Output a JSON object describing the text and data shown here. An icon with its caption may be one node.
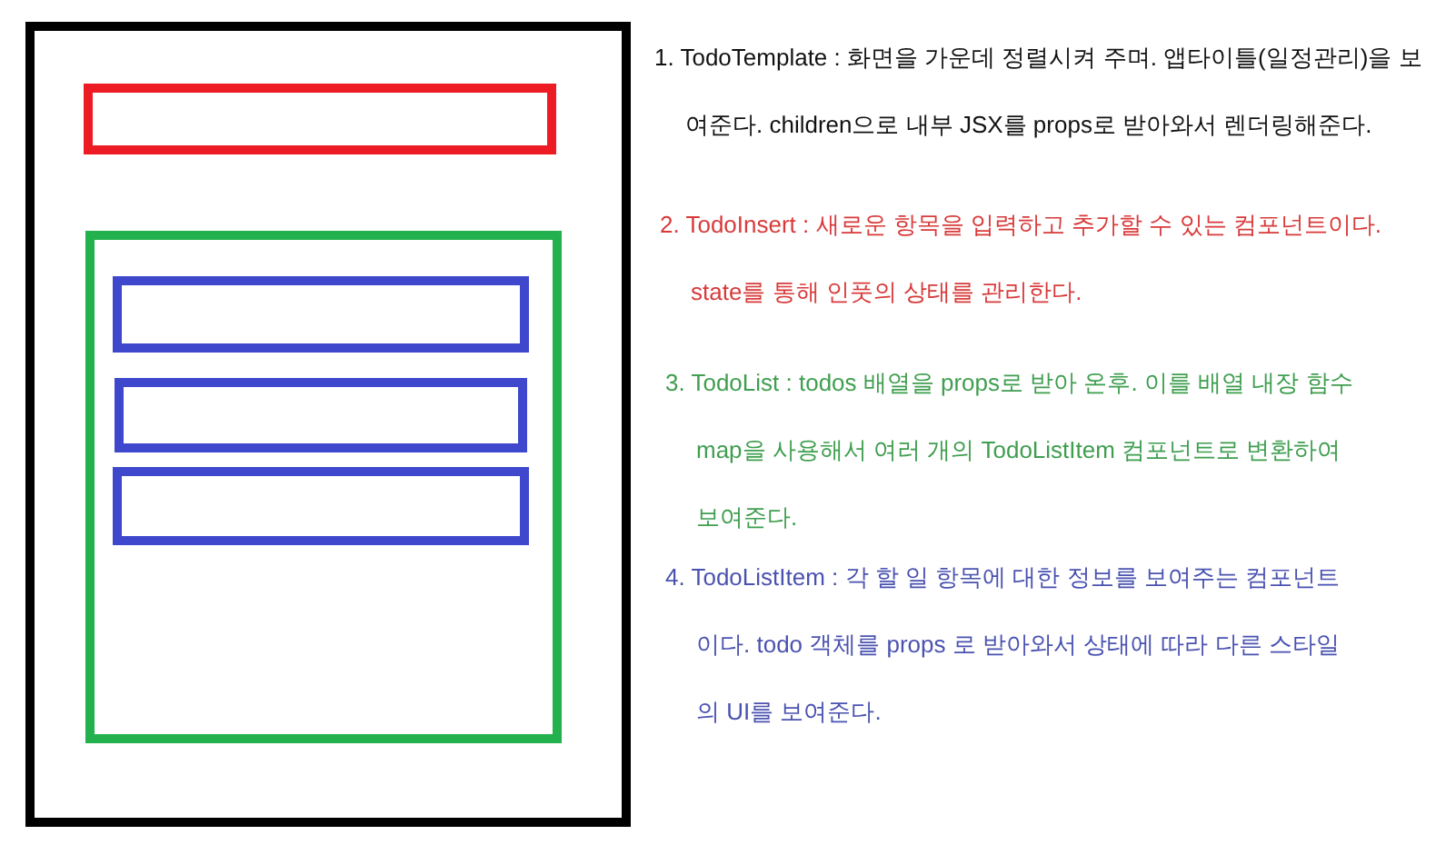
{
  "diagram": {
    "nodes": [
      {
        "text": [],
        "shape": "box"
      },
      {
        "text": [],
        "shape": "box",
        "in": 0
      },
      {
        "text": [],
        "shape": "box",
        "in": 0
      },
      {
        "text": [],
        "shape": "box",
        "in": 2
      },
      {
        "text": [],
        "shape": "box",
        "in": 2
      },
      {
        "text": [],
        "shape": "box",
        "in": 2
      }
    ],
    "labels": [
      "1. TodoTemplate : 화면을 가운데 정렬시켜 주며. 앱타이틀(일정관리)을 보여준다. children으로 내부 JSX를 props로 받아와서 렌더링해준다.",
      "2. TodoInsert : 새로운 항목을 입력하고 추가할 수 있는 컴포넌트이다. state를 통해 인풋의 상태를 관리한다.",
      "3. TodoList : todos 배열을 props로 받아 온후. 이를 배열 내장 함수 map을 사용해서 여러 개의 TodoListItem 컴포넌트로 변환하여 보여준다.",
      "4. TodoListItem : 각 할 일 항목에 대한 정보를 보여주는 컴포넌트이다. todo 객체를 props 로 받아와서 상태에 따라 다른 스타일의 UI를 보여준다."
    ]
  }
}
